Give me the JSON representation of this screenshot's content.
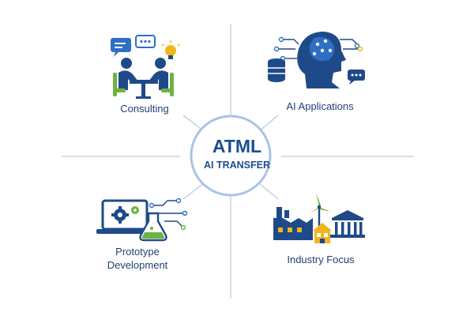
{
  "center": {
    "title": "ATML",
    "subtitle": "AI TRANSFER"
  },
  "quadrants": {
    "consulting": {
      "label": "Consulting"
    },
    "ai_applications": {
      "label": "AI Applications"
    },
    "prototype": {
      "line1": "Prototype",
      "line2": "Development"
    },
    "industry": {
      "label": "Industry Focus"
    }
  },
  "colors": {
    "navy": "#1f4a8a",
    "blue": "#2e6fc4",
    "green": "#6db33f",
    "yellow": "#f2b51a",
    "divider": "#c6d3e3"
  }
}
